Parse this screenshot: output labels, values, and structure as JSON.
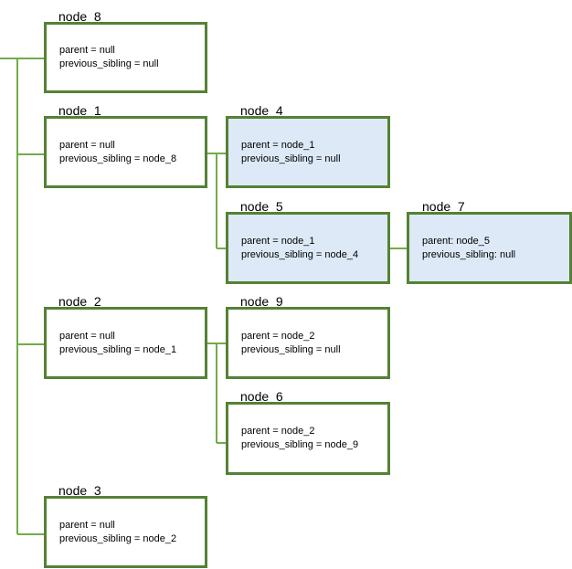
{
  "colors": {
    "box_border": "#548235",
    "connector": "#70ad47",
    "highlight_fill": "#dde9f6",
    "default_fill": "#ffffff"
  },
  "nodes": {
    "node_8": {
      "title": "node_8",
      "line1": "parent = null",
      "line2": "previous_sibling = null"
    },
    "node_1": {
      "title": "node_1",
      "line1": "parent = null",
      "line2": "previous_sibling = node_8"
    },
    "node_4": {
      "title": "node_4",
      "line1": "parent = node_1",
      "line2": "previous_sibling = null"
    },
    "node_5": {
      "title": "node_5",
      "line1": "parent = node_1",
      "line2": "previous_sibling = node_4"
    },
    "node_7": {
      "title": "node_7",
      "line1": "parent: node_5",
      "line2": "previous_sibling: null"
    },
    "node_2": {
      "title": "node_2",
      "line1": "parent = null",
      "line2": "previous_sibling = node_1"
    },
    "node_9": {
      "title": "node_9",
      "line1": "parent = node_2",
      "line2": "previous_sibling = null"
    },
    "node_6": {
      "title": "node_6",
      "line1": "parent = node_2",
      "line2": "previous_sibling = node_9"
    },
    "node_3": {
      "title": "node_3",
      "line1": "parent = null",
      "line2": "previous_sibling = node_2"
    }
  }
}
